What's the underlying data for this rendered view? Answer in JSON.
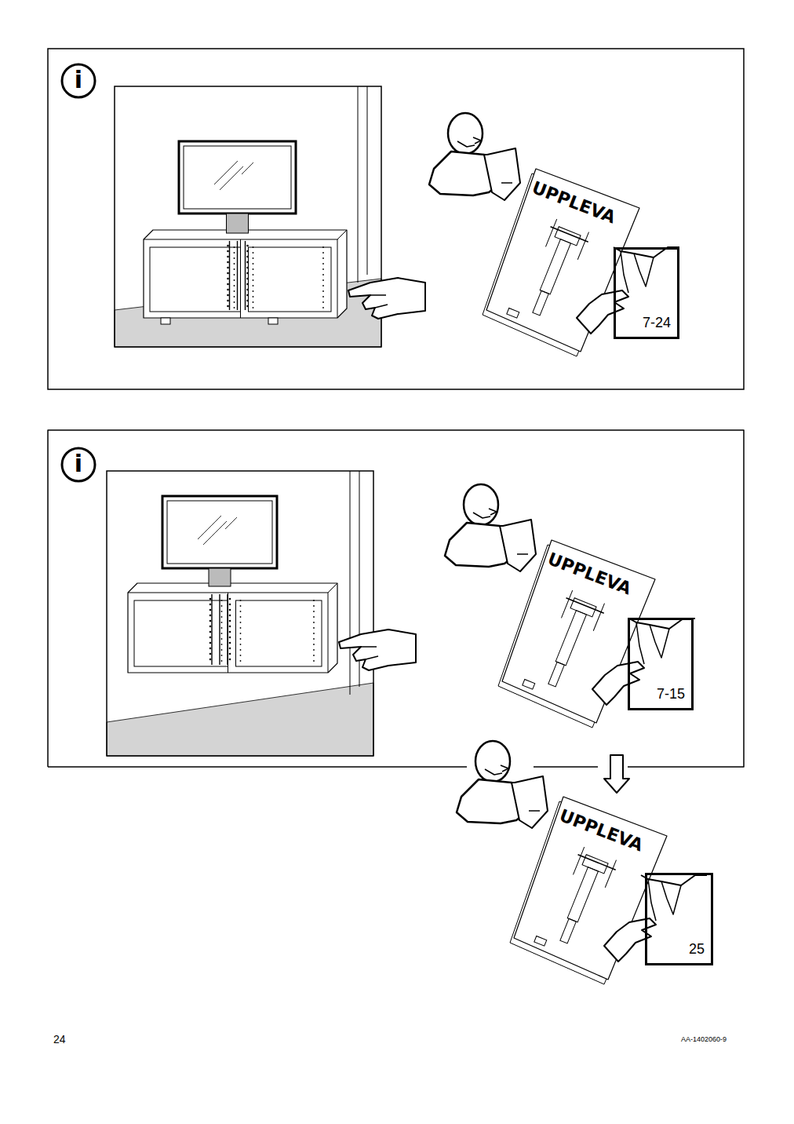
{
  "diagram": {
    "nodes": [
      {
        "text": [
          "7-24"
        ]
      },
      {
        "text": [
          "7-15"
        ]
      },
      {
        "text": [
          "25"
        ]
      }
    ],
    "labels": [
      "i",
      "UPPLEVA",
      "i",
      "UPPLEVA",
      "UPPLEVA",
      "24",
      "AA-1402060-9"
    ]
  }
}
